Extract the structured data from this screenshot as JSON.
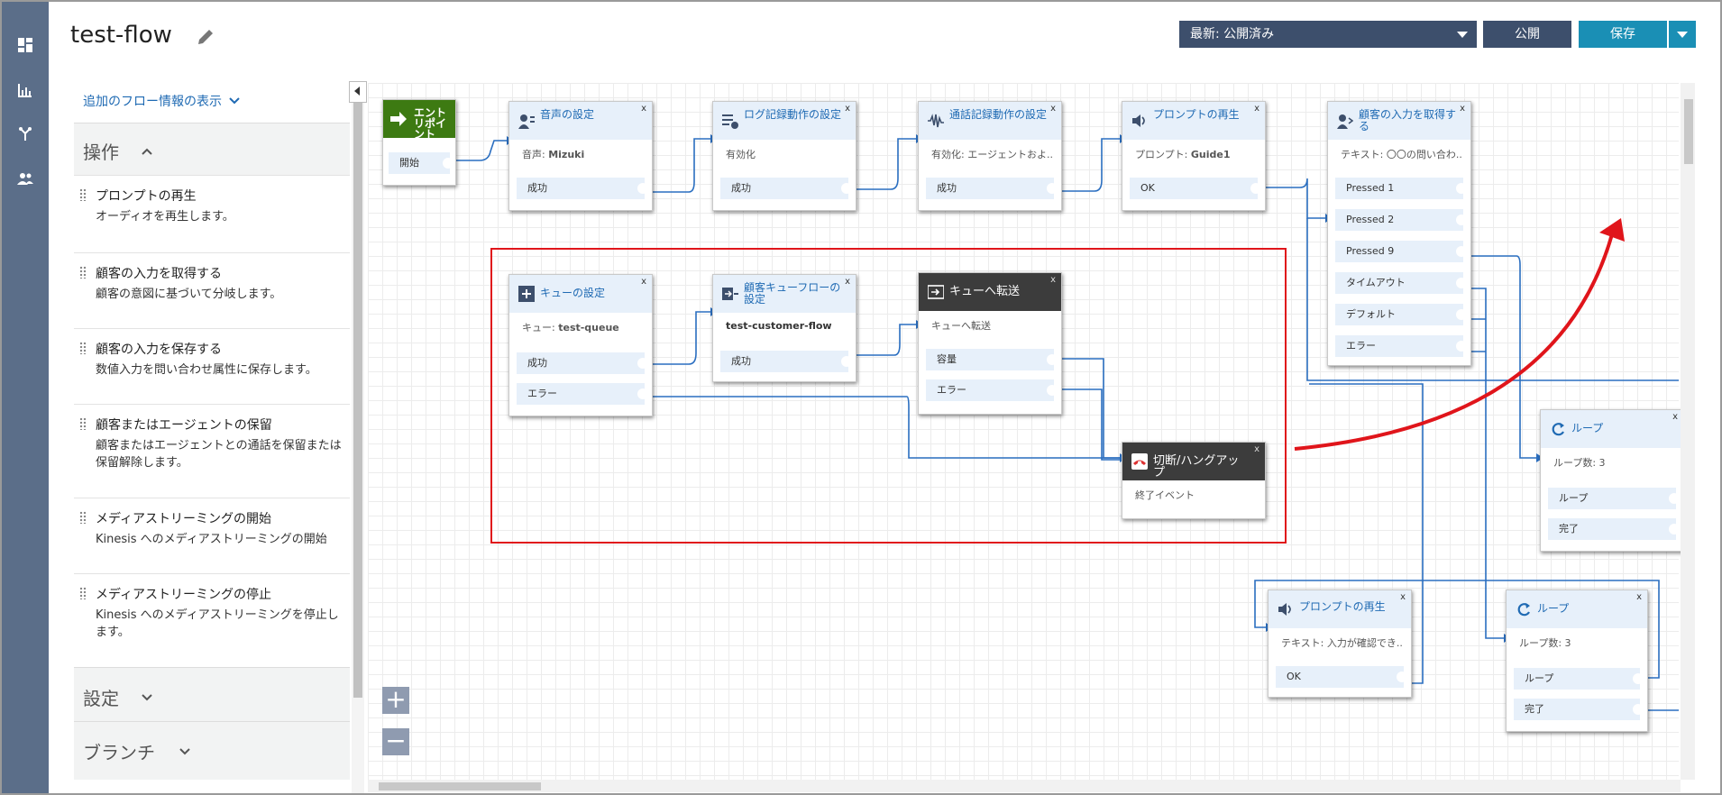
{
  "header": {
    "title": "test-flow",
    "version_select": "最新: 公開済み",
    "publish_label": "公開",
    "save_label": "保存"
  },
  "sidebar": {
    "more_info": "追加のフロー情報の表示",
    "section_actions": "操作",
    "items": [
      {
        "title": "プロンプトの再生",
        "desc": "オーディオを再生します。"
      },
      {
        "title": "顧客の入力を取得する",
        "desc": "顧客の意図に基づいて分岐します。"
      },
      {
        "title": "顧客の入力を保存する",
        "desc": "数値入力を問い合わせ属性に保存します。"
      },
      {
        "title": "顧客またはエージェントの保留",
        "desc": "顧客またはエージェントとの通話を保留または保留解除します。"
      },
      {
        "title": "メディアストリーミングの開始",
        "desc": "Kinesis へのメディアストリーミングの開始"
      },
      {
        "title": "メディアストリーミングの停止",
        "desc": "Kinesis へのメディアストリーミングを停止します。"
      }
    ],
    "section_settings": "設定",
    "section_branch": "ブランチ"
  },
  "canvas": {
    "zoom_in": "+",
    "zoom_out": "−",
    "entry": {
      "title": "エントリポイント",
      "port": "開始"
    },
    "nodes": {
      "voice": {
        "title": "音声の設定",
        "sub_label": "音声:",
        "sub_value": "Mizuki",
        "port": "成功"
      },
      "logging": {
        "title": "ログ記録動作の設定",
        "sub": "有効化",
        "port": "成功"
      },
      "recording": {
        "title": "通話記録動作の設定",
        "sub": "有効化: エージェントおよ...",
        "port": "成功"
      },
      "prompt1": {
        "title": "プロンプトの再生",
        "sub_label": "プロンプト:",
        "sub_value": "Guide1",
        "port": "OK"
      },
      "getinput": {
        "title": "顧客の入力を取得する",
        "sub": "テキスト: 〇〇の問い合わ...",
        "ports": [
          "Pressed 1",
          "Pressed 2",
          "Pressed 9",
          "タイムアウト",
          "デフォルト",
          "エラー"
        ]
      },
      "queue": {
        "title": "キューの設定",
        "sub_label": "キュー:",
        "sub_value": "test-queue",
        "ports": [
          "成功",
          "エラー"
        ]
      },
      "custflow": {
        "title": "顧客キューフローの設定",
        "sub": "test-customer-flow",
        "port": "成功"
      },
      "transfer": {
        "title": "キューへ転送",
        "sub": "キューへ転送",
        "ports": [
          "容量",
          "エラー"
        ]
      },
      "hangup": {
        "title": "切断/ハングアップ",
        "sub": "終了イベント"
      },
      "loop1": {
        "title": "ループ",
        "sub": "ループ数: 3",
        "ports": [
          "ループ",
          "完了"
        ]
      },
      "prompt2": {
        "title": "プロンプトの再生",
        "sub": "テキスト: 入力が確認でき...",
        "port": "OK"
      },
      "loop2": {
        "title": "ループ",
        "sub": "ループ数: 3",
        "ports": [
          "ループ",
          "完了"
        ]
      }
    }
  },
  "colors": {
    "rail": "#5b6e89",
    "accent": "#1a8fb5",
    "dark_button": "#3d4f6c",
    "wire": "#2a6ec0",
    "highlight": "#e0151b"
  }
}
